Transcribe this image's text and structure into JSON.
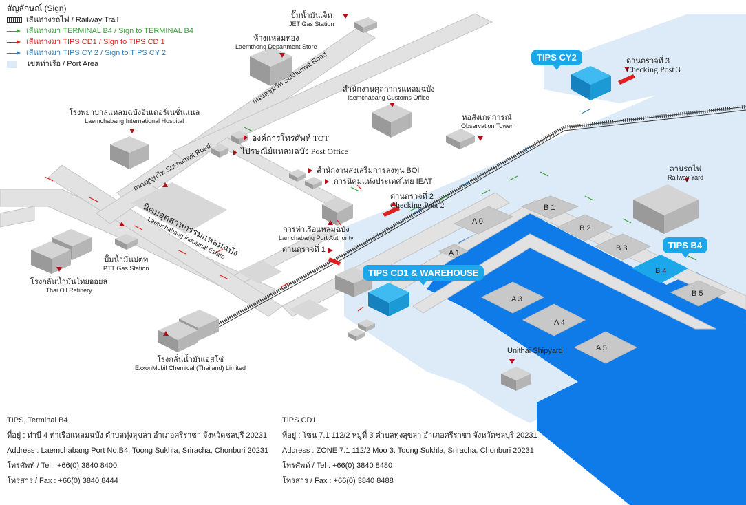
{
  "legend": {
    "title": "สัญลักษณ์ (Sign)",
    "railway": "เส้นทางรถไฟ / Railway Trail",
    "terminal_b4": "เส้นทางมา TERMINAL B4 / Sign to TERMINAL B4",
    "tips_cd1": "เส้นทางมา TIPS CD1 / Sign to TIPS CD 1",
    "tips_cy2": "เส้นทางมา TIPS CY 2 / Sign to TIPS CY 2",
    "port_area": "เขตท่าเรือ / Port Area"
  },
  "colors": {
    "terminal_b4": "#3aa03a",
    "tips_cd1": "#e0201c",
    "tips_cy2": "#2c7fc0",
    "port_area": "#dcebf7",
    "sea": "#0f7be8",
    "callout": "#1ba7e9",
    "marker": "#b0101a"
  },
  "callouts": {
    "cy2": "TIPS CY2",
    "cd1": "TIPS CD1 & WAREHOUSE",
    "b4": "TIPS B4"
  },
  "landmarks": {
    "jet_th": "ปั๊มน้ำมันเจ็ท",
    "jet_en": "JET Gas Station",
    "laemthong_th": "ห้างแหลมทอง",
    "laemthong_en": "Laemthong Department Store",
    "customs_th": "สำนักงานศุลกากรแหลมฉบัง",
    "customs_en": "laemchabang Customs Office",
    "checkpost3_th": "ด่านตรวจที่ 3",
    "checkpost3_en": "Checking Post 3",
    "hospital_th": "โรงพยาบาลแหลมฉบังอินเตอร์เนชั่นแนล",
    "hospital_en": "Laemchabang International Hospital",
    "tot": "องค์การโทรศัพท์ TOT",
    "post": "ไปรษณีย์แหลมฉบัง Post Office",
    "observation_th": "หอสังเกตการณ์",
    "observation_en": "Observation Tower",
    "boi": "สำนักงานส่งเสริมการลงทุน BOI",
    "ieat": "การนิคมแห่งประเทศไทย IEAT",
    "railyard_th": "ลานรถไฟ",
    "railyard_en": "Railway Yard",
    "checkpost2_th": "ด่านตรวจที่ 2",
    "checkpost2_en": "Checking Post 2",
    "industrial_th": "นิคมอุตสาหกรรมแหลมฉบัง",
    "industrial_en": "Laemchabang Industrial Estate",
    "portauth_th": "การท่าเรือแหลมฉบัง",
    "portauth_en": "Lamchabang Port Authority",
    "checkpost1": "ด่านตรวจที่ 1",
    "ptt_th": "ปั๊มน้ำมันปตท",
    "ptt_en": "PTT Gas Station",
    "thaioil_th": "โรงกลั่นน้ำมันไทยออยล",
    "thaioil_en": "Thai Oil Refinery",
    "exxon_th": "โรงกลั่นน้ำมันเอสโซ่",
    "exxon_en": "ExxonMobil Chemical (Thailand) Limited",
    "unithai": "Unithai Shipyard"
  },
  "roads": {
    "sukhumvit_top": "ถนนสุขุมวิท  Sukhumvit Road",
    "sukhumvit_left": "ถนนสุขุมวิท  Sukhumvit Road"
  },
  "berths": {
    "b1": "B 1",
    "b2": "B 2",
    "b3": "B 3",
    "b4": "B 4",
    "b5": "B 5",
    "a0": "A 0",
    "a1": "A 1",
    "a3": "A 3",
    "a4": "A 4",
    "a5": "A 5"
  },
  "address_b4": {
    "title": "TIPS, Terminal B4",
    "th": "ที่อยู่ : ท่าบี 4 ท่าเรือแหลมฉบัง ตำบลทุ่งสุขลา อำเภอศรีราชา จังหวัดชลบุรี 20231",
    "en": "Address : Laemchabang Port No.B4, Toong Sukhla, Sriracha, Chonburi 20231",
    "tel": "โทรศัพท์ / Tel : +66(0) 3840 8400",
    "fax": "โทรสาร / Fax : +66(0) 3840 8444"
  },
  "address_cd1": {
    "title": "TIPS CD1",
    "th": "ที่อยู่ : โซน 7.1 112/2 หมู่ที่ 3 ตำบลทุ่งสุขลา อำเภอศรีราชา จังหวัดชลบุรี 20231",
    "en": "Address : ZONE 7.1 112/2 Moo 3. Toong Sukhla, Sriracha, Chonburi 20231",
    "tel": "โทรศัพท์ / Tel : +66(0) 3840 8480",
    "fax": "โทรสาร / Fax : +66(0) 3840 8488"
  }
}
